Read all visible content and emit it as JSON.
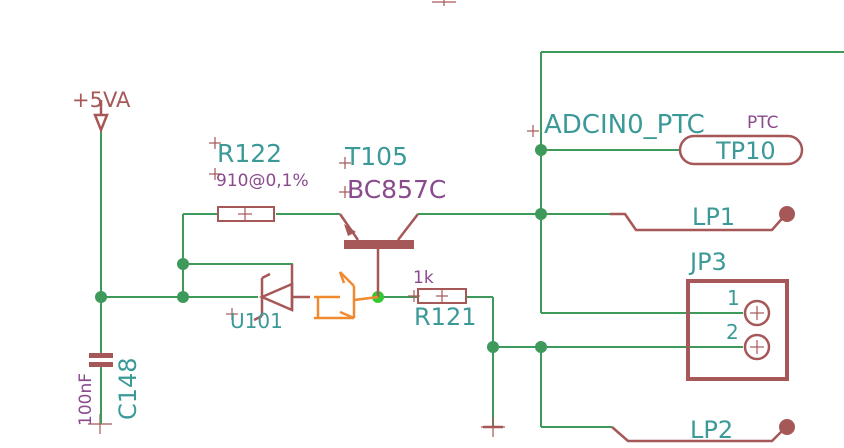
{
  "labels": {
    "supply": "+5VA",
    "r122_name": "R122",
    "r122_value": "910@0,1%",
    "t105_name": "T105",
    "t105_value": "BC857C",
    "adc_net": "ADCIN0_PTC",
    "ptc_small": "PTC",
    "tp10": "TP10",
    "lp1": "LP1",
    "lp2": "LP2",
    "jp3": "JP3",
    "jp3_pin1": "1",
    "jp3_pin2": "2",
    "r121_name": "R121",
    "r121_value": "1k",
    "u101": "U101",
    "c148_name": "C148",
    "c148_value": "100nF"
  },
  "colors": {
    "wire": "#3d9a5a",
    "part": "#a65757",
    "name_label": "#3b9a98",
    "value_label": "#8a4a8e",
    "highlight": "#f08a30",
    "junction_active": "#34c834"
  }
}
